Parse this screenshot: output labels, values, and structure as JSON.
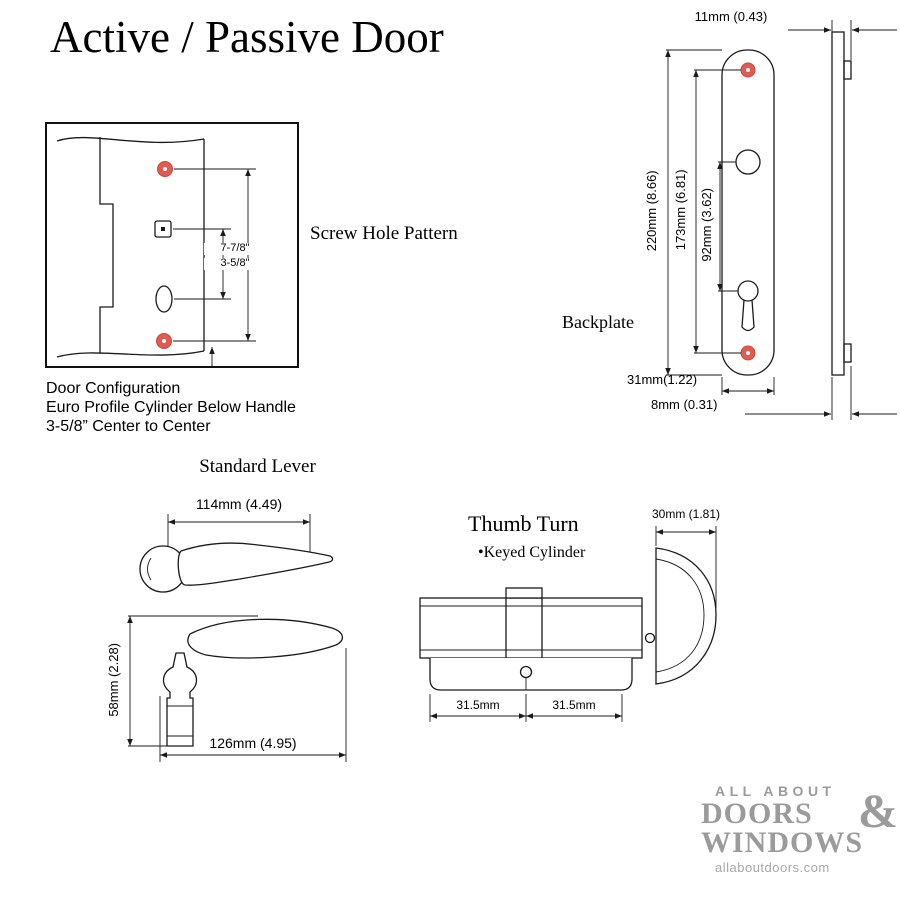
{
  "title": "Active / Passive Door",
  "screw_pattern": {
    "caption": "Screw Hole Pattern",
    "dim_full": "7-7/8\"",
    "dim_partial": "3-5/8\"",
    "notes": [
      "Door Configuration",
      "Euro Profile Cylinder Below Handle",
      "3-5/8” Center to Center"
    ]
  },
  "backplate": {
    "label": "Backplate",
    "dim_tab_width": "11mm (0.43)",
    "dim_overall_height": "220mm (8.66)",
    "dim_screw_spacing": "173mm (6.81)",
    "dim_handle_to_cylinder": "92mm (3.62)",
    "dim_width": "31mm(1.22)",
    "dim_thickness": "8mm (0.31)"
  },
  "lever": {
    "label": "Standard Lever",
    "dim_grip_length": "114mm (4.49)",
    "dim_overall_length": "126mm (4.95)",
    "dim_height": "58mm (2.28)"
  },
  "thumb_turn": {
    "label": "Thumb Turn",
    "sublabel": "•Keyed Cylinder",
    "dim_knob": "30mm (1.81)",
    "dim_half_left": "31.5mm",
    "dim_half_right": "31.5mm"
  },
  "logo": {
    "line1": "ALL ABOUT",
    "line2": "DOORS",
    "ampersand": "&",
    "line3": "WINDOWS",
    "website": "allaboutdoors.com"
  },
  "colors": {
    "line": "#1a1a1a",
    "screw_red": "#e25b51",
    "logo_gray": "#9b9b9b"
  }
}
